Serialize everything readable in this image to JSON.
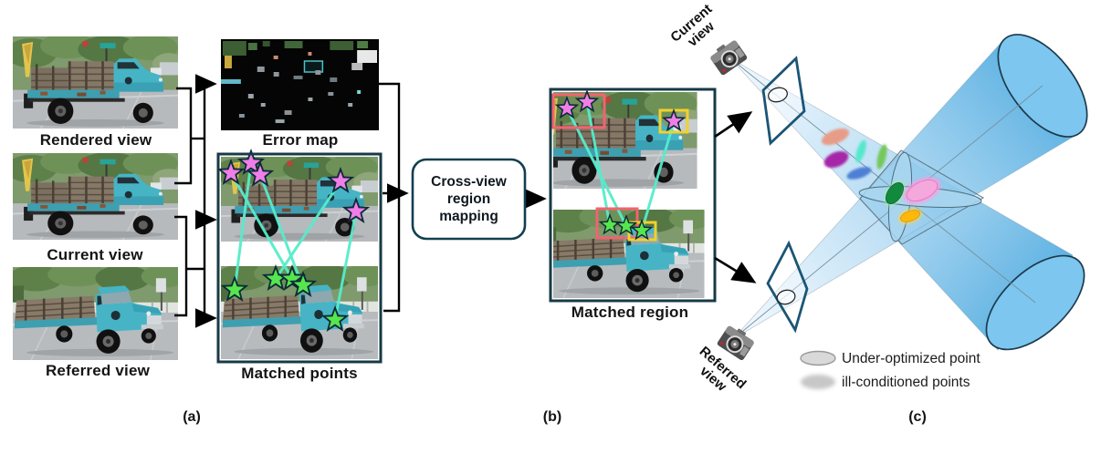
{
  "labels": {
    "rendered_view": "Rendered view",
    "error_map": "Error map",
    "current_view": "Current view",
    "referred_view": "Referred view",
    "matched_points": "Matched points",
    "matched_region": "Matched region",
    "tag_a": "(a)",
    "tag_b": "(b)",
    "tag_c": "(c)"
  },
  "process_box": {
    "lines": [
      "Cross-view",
      "region",
      "mapping"
    ]
  },
  "cameras": {
    "top_label": "Current view",
    "bottom_label": "Referred view"
  },
  "legend": {
    "under_optimized": "Under-optimized point",
    "ill_conditioned": "ill-conditioned points"
  },
  "colors": {
    "match_line": "#55ECCA",
    "star_pink": "#F07EE8",
    "star_green": "#56E64E",
    "region_box_red": "#F2636F",
    "region_box_yellow": "#F2D12C",
    "cone_blue": "#58B0E2",
    "plane_outline": "#1B5574",
    "panel_border": "#173A46",
    "truck_teal": "#48B6C6",
    "legend_gray": "#D9D9D9"
  }
}
